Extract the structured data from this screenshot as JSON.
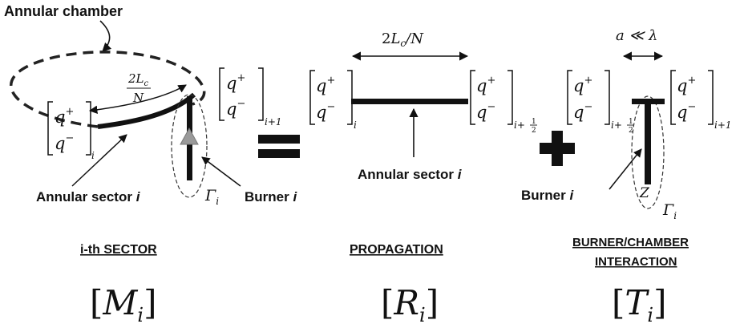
{
  "labels": {
    "annular_chamber": "Annular chamber",
    "annular_sector_left": "Annular sector ",
    "annular_sector_mid": "Annular sector ",
    "sector_i": "i",
    "burner_left": "Burner ",
    "burner_right": "Burner ",
    "burner_i": "i"
  },
  "math": {
    "two_lc": "2L",
    "c_sub": "c",
    "over_n": "N",
    "two_lc_over_n": "2L",
    "slash_n": "/N",
    "a_ll_lambda": "a ≪ λ",
    "q_plus": "q",
    "q_minus": "q",
    "plus_sup": "+",
    "minus_sup": "−",
    "sub_i": "i",
    "sub_i_plus_1": "i+1",
    "sub_i_half": "i+",
    "half_num": "1",
    "half_den": "2",
    "gamma_i": "Γ",
    "z": "Z"
  },
  "headings": {
    "sector": "i-th SECTOR",
    "propagation": "PROPAGATION",
    "interaction_1": "BURNER/CHAMBER",
    "interaction_2": "INTERACTION"
  },
  "matrices": {
    "m_base": "M",
    "r_base": "R",
    "t_base": "T",
    "sub": "i"
  },
  "colors": {
    "ink": "#111111",
    "burner_fill": "#9a9a9a",
    "dashed_outline": "#222222"
  }
}
